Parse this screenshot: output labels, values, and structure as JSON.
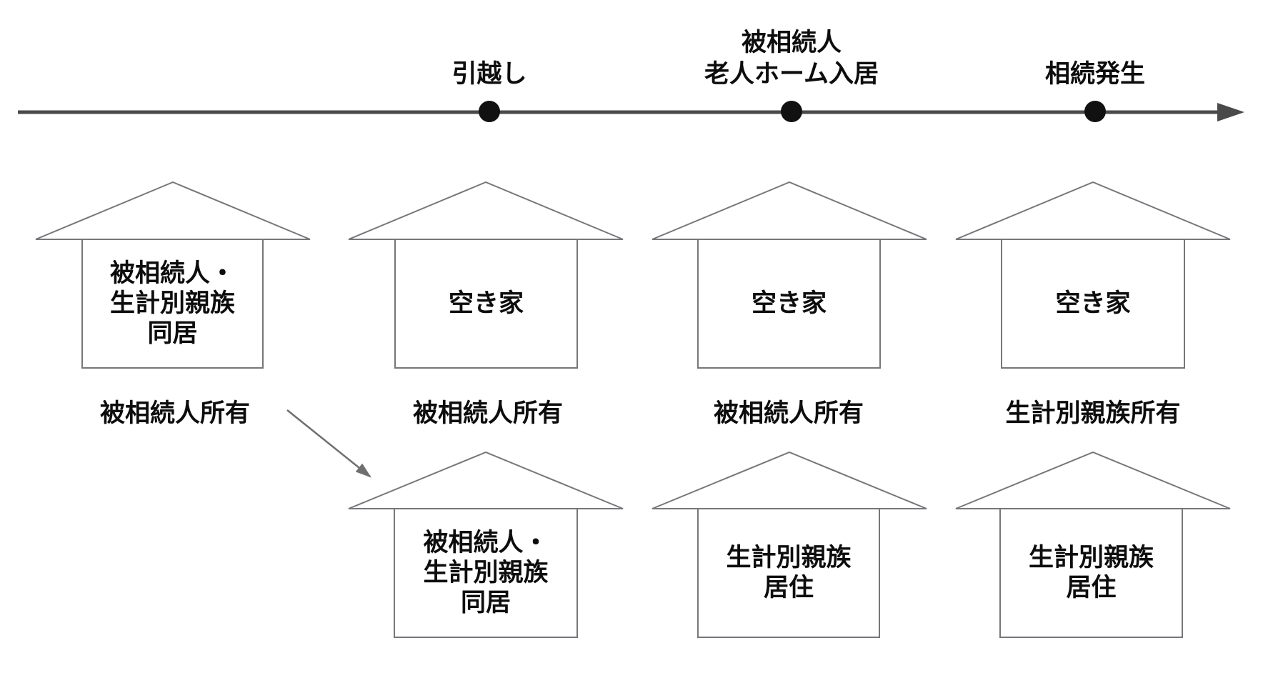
{
  "timeline": {
    "events": [
      {
        "label": "引越し"
      },
      {
        "label": "被相続人\n老人ホーム入居"
      },
      {
        "label": "相続発生"
      }
    ]
  },
  "houses": {
    "top_row": [
      {
        "label": "被相続人・\n生計別親族\n同居",
        "owner": "被相続人所有"
      },
      {
        "label": "空き家",
        "owner": "被相続人所有"
      },
      {
        "label": "空き家",
        "owner": "被相続人所有"
      },
      {
        "label": "空き家",
        "owner": "生計別親族所有"
      }
    ],
    "bottom_row": [
      {
        "label": "被相続人・\n生計別親族\n同居"
      },
      {
        "label": "生計別親族\n居住"
      },
      {
        "label": "生計別親族\n居住"
      }
    ]
  },
  "colors": {
    "background": "#ffffff",
    "timeline_line": "#4a4a4a",
    "timeline_dot": "#111111",
    "house_stroke": "#76777a",
    "transfer_arrow": "#6f6f6f",
    "text": "#0d0d0d"
  }
}
